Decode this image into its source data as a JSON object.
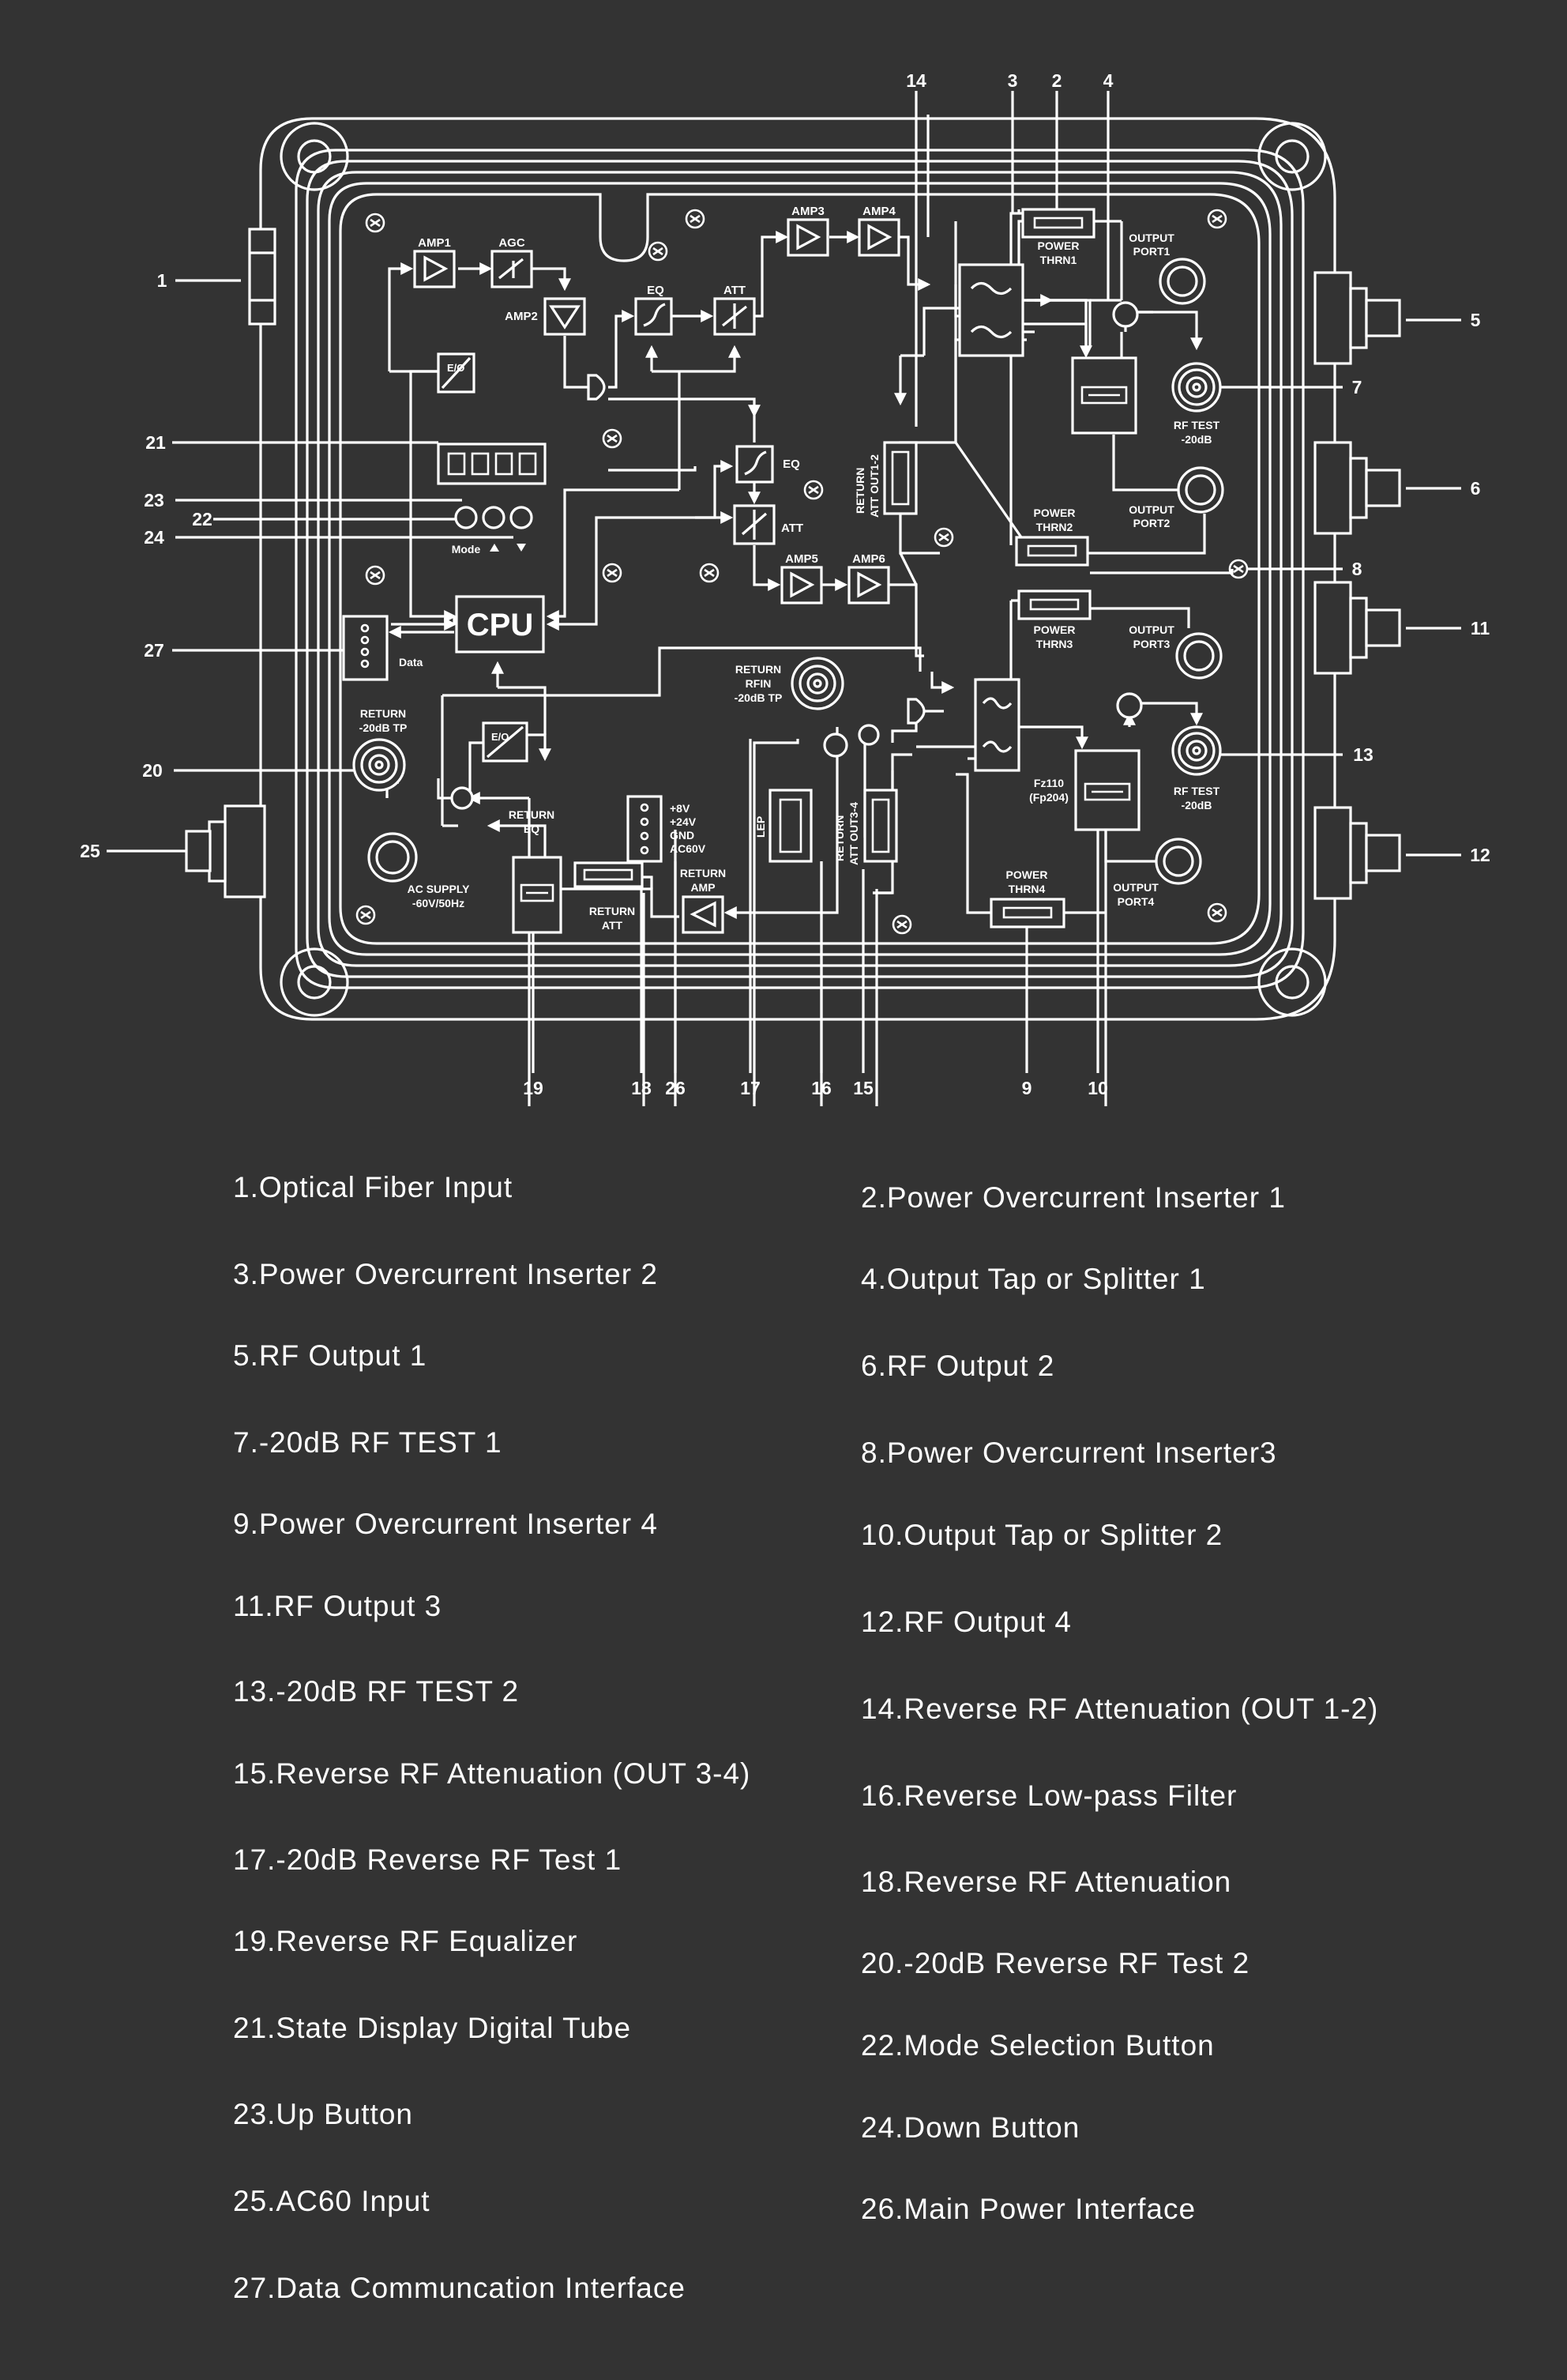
{
  "diagram": {
    "cpu_label": "CPU",
    "blocks": {
      "amp1": "AMP1",
      "agc": "AGC",
      "amp2": "AMP2",
      "eq1": "EQ",
      "att1": "ATT",
      "amp3": "AMP3",
      "amp4": "AMP4",
      "eq2": "EQ",
      "att2": "ATT",
      "amp5": "AMP5",
      "amp6": "AMP6",
      "power_thrn1": [
        "POWER",
        "THRN1"
      ],
      "power_thrn2": [
        "POWER",
        "THRN2"
      ],
      "power_thrn3": [
        "POWER",
        "THRN3"
      ],
      "power_thrn4": [
        "POWER",
        "THRN4"
      ],
      "output_port1": [
        "OUTPUT",
        "PORT1"
      ],
      "output_port2": [
        "OUTPUT",
        "PORT2"
      ],
      "output_port3": [
        "OUTPUT",
        "PORT3"
      ],
      "output_port4": [
        "OUTPUT",
        "PORT4"
      ],
      "rf_test1": [
        "RF TEST",
        "-20dB"
      ],
      "rf_test2": [
        "RF TEST",
        "-20dB"
      ],
      "return_att_out12": [
        "RETURN",
        "ATT OUT1-2"
      ],
      "return_att_out34": [
        "RETURN",
        "ATT OUT3-4"
      ],
      "return_rfin": [
        "RETURN",
        "RFIN",
        "-20dB TP"
      ],
      "lep": "LEP",
      "return_tp": [
        "RETURN",
        "-20dB TP"
      ],
      "return_eq": [
        "RETURN",
        "EQ"
      ],
      "return_att": [
        "RETURN",
        "ATT"
      ],
      "return_amp": [
        "RETURN",
        "AMP"
      ],
      "power_pins": [
        "+8V",
        "+24V",
        "GND",
        "AC60V"
      ],
      "ac_supply": [
        "AC SUPPLY",
        "-60V/50Hz"
      ],
      "fz": [
        "Fz110",
        "(Fp204)"
      ],
      "mode": "Mode",
      "data": "Data",
      "eo_label": "E/O"
    },
    "callouts": [
      "1",
      "2",
      "3",
      "4",
      "5",
      "6",
      "7",
      "8",
      "9",
      "10",
      "11",
      "12",
      "13",
      "14",
      "15",
      "16",
      "17",
      "18",
      "19",
      "20",
      "21",
      "22",
      "23",
      "24",
      "25",
      "26",
      "27"
    ]
  },
  "legend": {
    "left": [
      "1.Optical Fiber Input",
      "3.Power Overcurrent Inserter 2",
      "5.RF Output 1",
      "7.-20dB RF TEST 1",
      "9.Power Overcurrent Inserter 4",
      "11.RF Output 3",
      "13.-20dB RF TEST 2",
      "15.Reverse RF Attenuation (OUT 3-4)",
      "17.-20dB Reverse RF Test 1",
      "19.Reverse RF Equalizer",
      "21.State Display Digital Tube",
      "23.Up Button",
      "25.AC60 Input",
      "27.Data Communcation Interface"
    ],
    "right": [
      "2.Power Overcurrent Inserter 1",
      "4.Output Tap or Splitter 1",
      "6.RF Output 2",
      "8.Power Overcurrent Inserter3",
      "10.Output Tap or Splitter 2",
      "12.RF Output 4",
      "14.Reverse RF Attenuation (OUT 1-2)",
      "16.Reverse Low-pass Filter",
      "18.Reverse RF Attenuation",
      "20.-20dB Reverse RF Test 2",
      "22.Mode Selection Button",
      "24.Down Button",
      "26.Main Power Interface"
    ]
  }
}
